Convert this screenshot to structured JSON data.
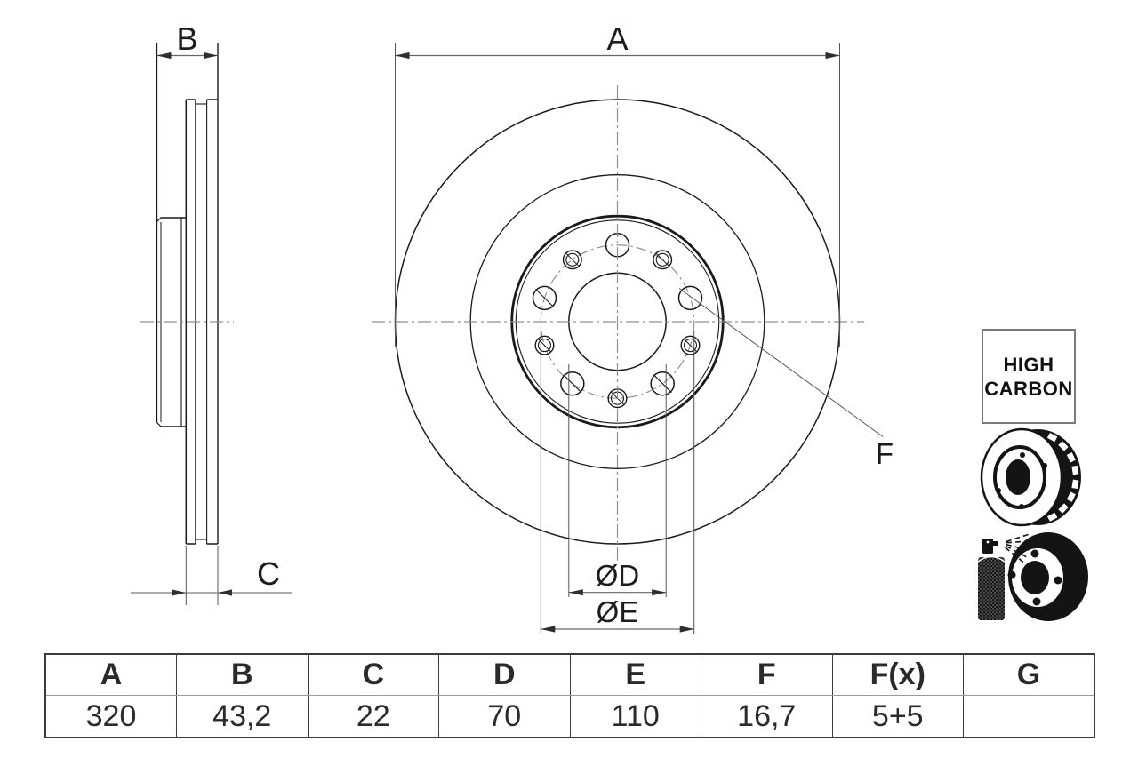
{
  "drawing": {
    "dim_a_label": "A",
    "dim_b_label": "B",
    "dim_c_label": "C",
    "dim_d_label": "ØD",
    "dim_e_label": "ØE",
    "dim_f_label": "F"
  },
  "badge": {
    "line1": "HIGH",
    "line2": "CARBON"
  },
  "table": {
    "headers": [
      "A",
      "B",
      "C",
      "D",
      "E",
      "F",
      "F(x)",
      "G"
    ],
    "values": [
      "320",
      "43,2",
      "22",
      "70",
      "110",
      "16,7",
      "5+5",
      ""
    ]
  },
  "icons": {
    "disc_icon": "vented-brake-disc-icon",
    "spray_icon": "spray-coated-disc-icon"
  },
  "colors": {
    "line": "#1a1a1a",
    "dimension": "#666666",
    "centerline": "#909090",
    "text": "#1f1f1f"
  }
}
